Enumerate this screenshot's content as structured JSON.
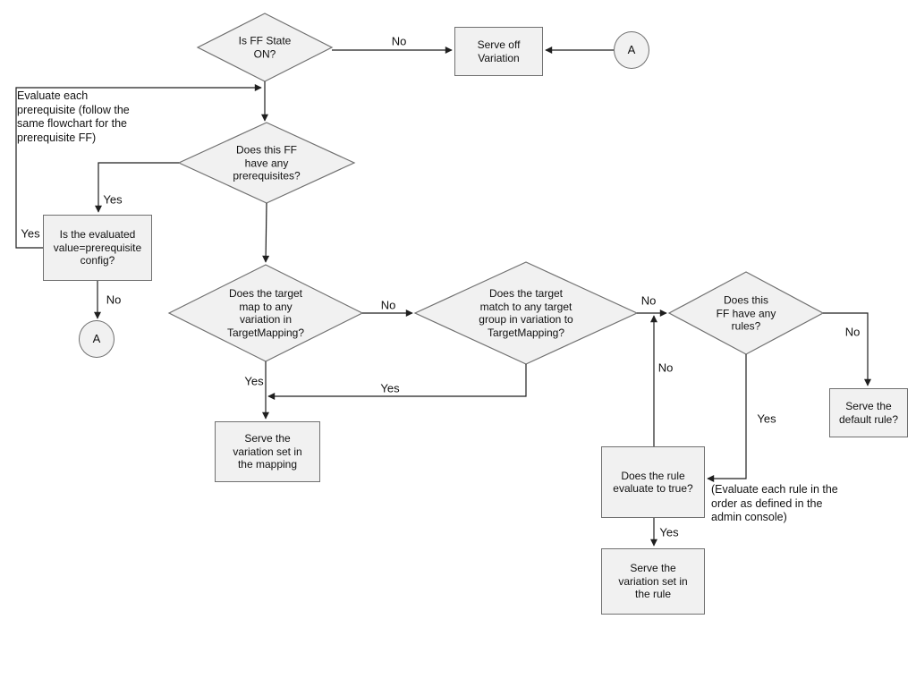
{
  "nodes": {
    "ff_state": {
      "label": "Is FF State\nON?"
    },
    "serve_off": {
      "label": "Serve off\nVariation"
    },
    "connector_a_top": {
      "label": "A"
    },
    "has_prerequisites": {
      "label": "Does this FF\nhave any\nprerequisites?"
    },
    "prereq_value_check": {
      "label": "Is the evaluated\nvalue=prerequisite\nconfig?"
    },
    "connector_a_left": {
      "label": "A"
    },
    "target_mapping": {
      "label": "Does the target\nmap to any\nvariation in\nTargetMapping?"
    },
    "target_group": {
      "label": "Does the target\nmatch to any target\ngroup in variation to\nTargetMapping?"
    },
    "has_rules": {
      "label": "Does this\nFF have any\nrules?"
    },
    "serve_mapping": {
      "label": "Serve the\nvariation set in\nthe mapping"
    },
    "serve_default": {
      "label": "Serve the\ndefault rule?"
    },
    "rule_true": {
      "label": "Does the rule\nevaluate to true?"
    },
    "serve_rule": {
      "label": "Serve the\nvariation set in\nthe rule"
    }
  },
  "edge_labels": {
    "ff_state_no": "No",
    "has_prereq_yes": "Yes",
    "prereq_loop_yes": "Yes",
    "prereq_check_no": "No",
    "target_mapping_no": "No",
    "target_mapping_yes": "Yes",
    "target_group_yes": "Yes",
    "target_group_no": "No",
    "rule_false_no": "No",
    "has_rules_no": "No",
    "has_rules_yes": "Yes",
    "rule_true_yes": "Yes"
  },
  "notes": {
    "prerequisite": "Evaluate each\nprerequisite (follow the\nsame flowchart for the\nprerequisite FF)",
    "rule_order": "(Evaluate each rule in the\norder as defined in the\nadmin console)"
  },
  "colors": {
    "shape_fill": "#f1f1f1",
    "shape_stroke": "#707070",
    "line": "#1f1f1f"
  }
}
